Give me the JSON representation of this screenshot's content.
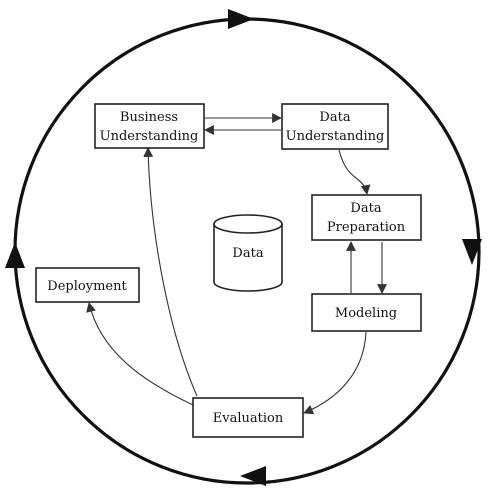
{
  "diagram": {
    "nodes": {
      "business_understanding": [
        "Business",
        "Understanding"
      ],
      "data_understanding": [
        "Data",
        "Understanding"
      ],
      "data_preparation": [
        "Data",
        "Preparation"
      ],
      "modeling": "Modeling",
      "evaluation": "Evaluation",
      "deployment": "Deployment",
      "data_store": "Data"
    },
    "colors": {
      "stroke": "#111111",
      "background": "#ffffff"
    }
  }
}
